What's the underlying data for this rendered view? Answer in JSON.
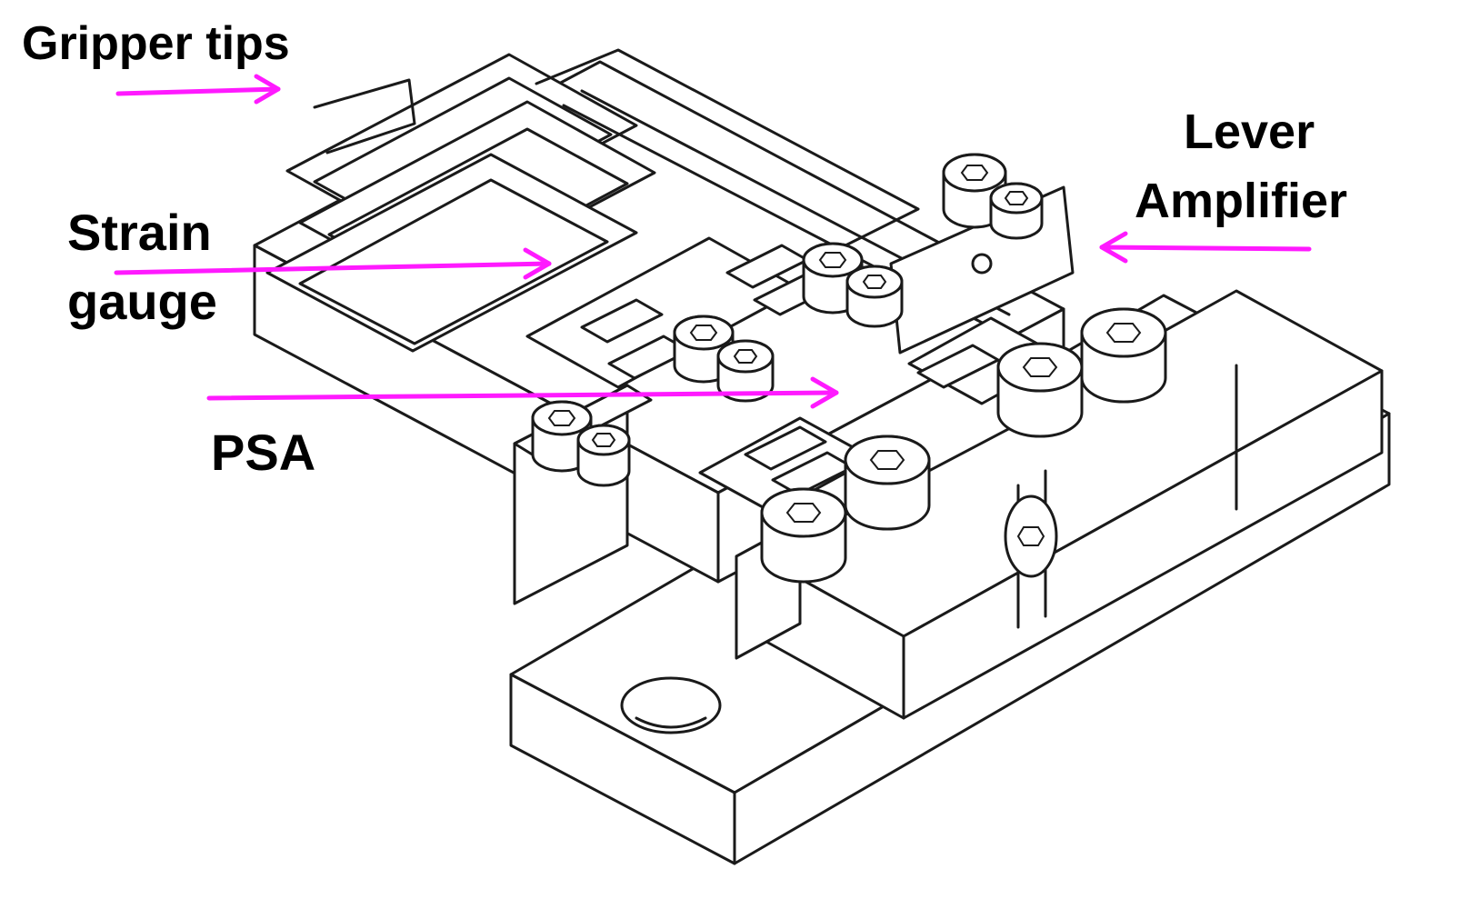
{
  "labels": {
    "gripper_tips": "Gripper tips",
    "strain_gauge_line1": "Strain",
    "strain_gauge_line2": "gauge",
    "psa": "PSA",
    "lever_amplifier_line1": "Lever",
    "lever_amplifier_line2": "Amplifier"
  },
  "colors": {
    "arrow": "#ff1aff",
    "line_art": "#1a1a1a",
    "background": "#ffffff"
  }
}
